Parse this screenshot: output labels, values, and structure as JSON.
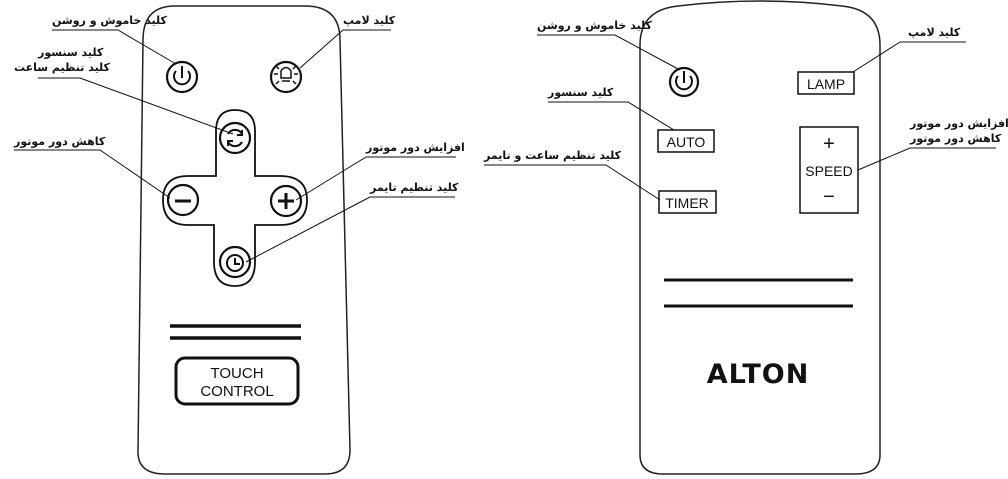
{
  "left_remote": {
    "labels": {
      "power": "کلید خاموش و روشن",
      "sensor": "کلید سنسور",
      "clock": "کلید تنظیم ساعت",
      "speed_down": "کاهش دور موتور",
      "lamp": "کلید لامپ",
      "speed_up": "افزایش دور موتور",
      "timer": "کلید تنظیم تایمر"
    },
    "touch_line1": "TOUCH",
    "touch_line2": "CONTROL"
  },
  "right_remote": {
    "labels": {
      "power": "کلید خاموش و روشن",
      "sensor": "کلید سنسور",
      "clock_timer": "کلید تنظیم ساعت و تایمر",
      "lamp": "کلید لامپ",
      "speed_up": "افزایش دور موتور",
      "speed_down": "کاهش دور موتور"
    },
    "buttons": {
      "lamp": "LAMP",
      "auto": "AUTO",
      "timer": "TIMER",
      "plus": "+",
      "speed": "SPEED",
      "minus": "−"
    },
    "brand": "ALTON"
  }
}
